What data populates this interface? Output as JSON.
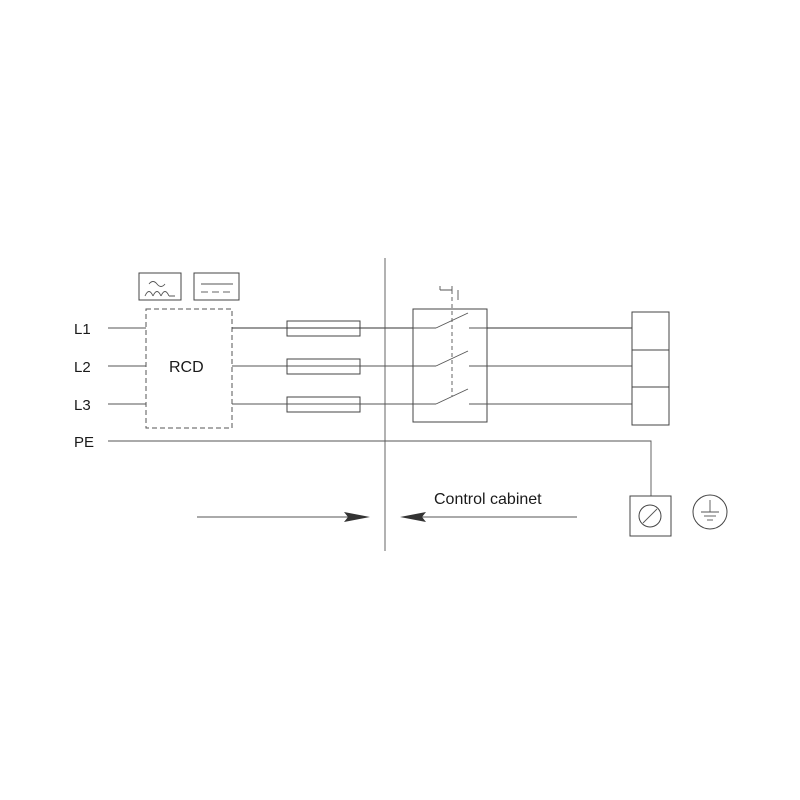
{
  "labels": {
    "phase_1": "L1",
    "phase_2": "L2",
    "phase_3": "L3",
    "protective_earth": "PE",
    "rcd": "RCD",
    "control_cabinet": "Control cabinet"
  },
  "icons": {
    "rcd_type_ac": "ac-sine-pulse-symbol-icon",
    "rcd_type_dc": "dc-symbol-icon",
    "terminal_connector": "slotted-terminal-icon",
    "earth": "protective-earth-icon"
  },
  "colors": {
    "line": "#333333",
    "background": "#ffffff"
  }
}
